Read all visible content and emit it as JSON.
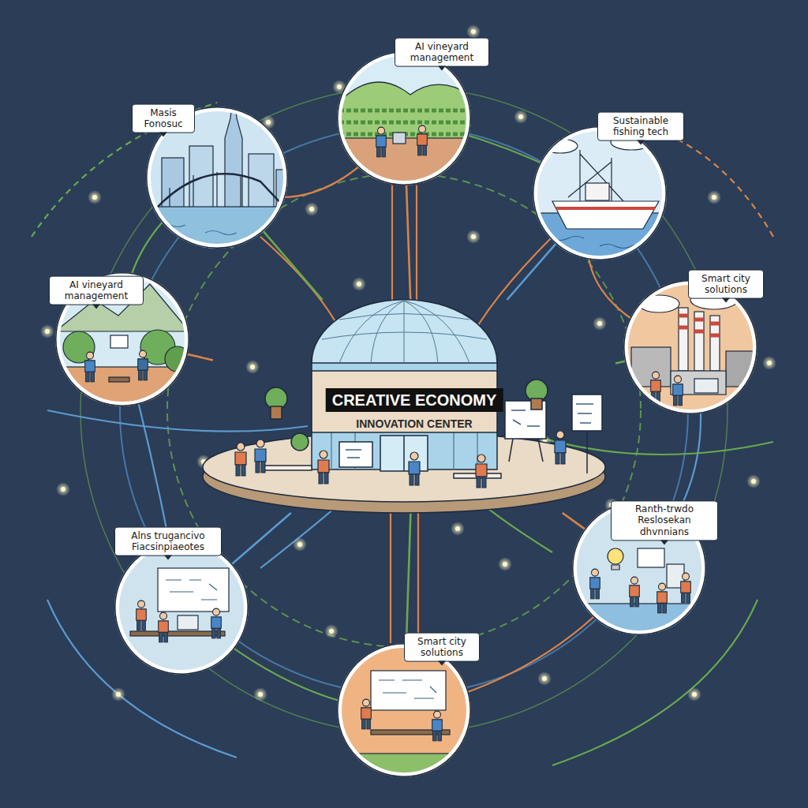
{
  "diagram": {
    "nodes": [
      {
        "text": [
          "AI vineyard management"
        ]
      },
      {
        "text": [
          "Masis Fonosuc"
        ]
      },
      {
        "text": [
          "Sustainable fishing tech"
        ]
      },
      {
        "text": [
          "AI vineyard management"
        ]
      },
      {
        "text": [
          "Smart city solutions"
        ]
      },
      {
        "text": [
          "CREATIVE ECONOMY",
          "INNOVATION CENTER"
        ]
      },
      {
        "text": [
          "Alns trugancivo Fiacsinpiaeotes"
        ]
      },
      {
        "text": [
          "Ranth-trwdo Reslosekan dhvnnians"
        ]
      },
      {
        "text": [
          "Smart city solutions"
        ]
      }
    ],
    "edges": [
      {
        "from": 5,
        "to": 0,
        "arrow": "none"
      },
      {
        "from": 5,
        "to": 1,
        "arrow": "none"
      },
      {
        "from": 5,
        "to": 2,
        "arrow": "none"
      },
      {
        "from": 5,
        "to": 3,
        "arrow": "none"
      },
      {
        "from": 5,
        "to": 4,
        "arrow": "none"
      },
      {
        "from": 5,
        "to": 6,
        "arrow": "none"
      },
      {
        "from": 5,
        "to": 7,
        "arrow": "none"
      },
      {
        "from": 5,
        "to": 8,
        "arrow": "none"
      }
    ]
  }
}
